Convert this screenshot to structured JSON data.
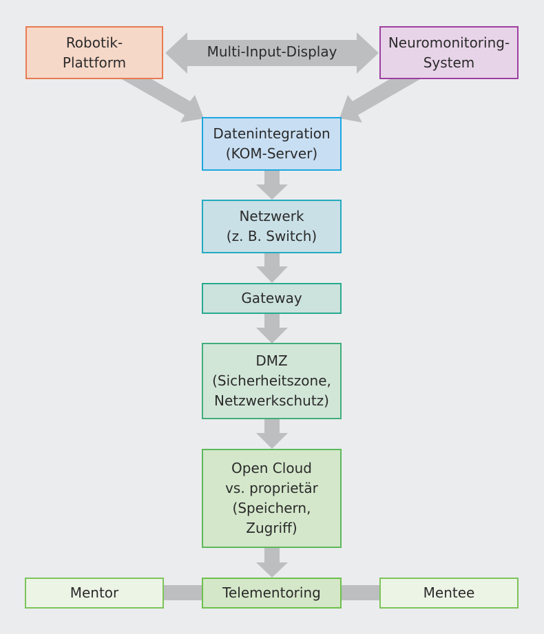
{
  "nodes": {
    "robotik": {
      "label": "Robotik-\nPlattform",
      "fill": "#f6d8c8",
      "border": "#e87a50"
    },
    "neuro": {
      "label": "Neuromonitoring-\nSystem",
      "fill": "#e8d4e8",
      "border": "#9b3fa0"
    },
    "daten": {
      "label": "Datenintegration\n(KOM-Server)",
      "fill": "#c8def2",
      "border": "#1ca7e0"
    },
    "netzwerk": {
      "label": "Netzwerk\n(z. B. Switch)",
      "fill": "#c9e0e6",
      "border": "#23a9c0"
    },
    "gateway": {
      "label": "Gateway",
      "fill": "#cce2dc",
      "border": "#27aa8e"
    },
    "dmz": {
      "label": "DMZ\n(Sicherheitszone,\nNetzwerkschutz)",
      "fill": "#d2e6d8",
      "border": "#3fae7a"
    },
    "cloud": {
      "label": "Open Cloud\nvs. proprietär\n(Speichern,\nZugriff)",
      "fill": "#d4e7cb",
      "border": "#5cb85c"
    },
    "telementoring": {
      "label": "Telementoring",
      "fill": "#d4e7c8",
      "border": "#6cc04a"
    },
    "mentor": {
      "label": "Mentor",
      "fill": "#ecf4e6",
      "border": "#7cc45a"
    },
    "mentee": {
      "label": "Mentee",
      "fill": "#ecf4e6",
      "border": "#7cc45a"
    }
  },
  "connectors": {
    "double_arrow_label": "Multi-Input-Display",
    "arrow_color": "#bdbec0"
  }
}
